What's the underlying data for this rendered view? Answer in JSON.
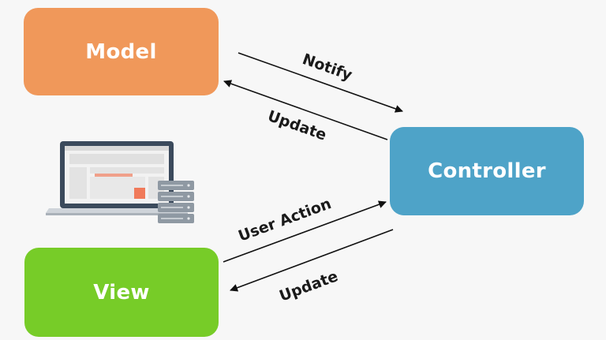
{
  "nodes": {
    "model": "Model",
    "controller": "Controller",
    "view": "View"
  },
  "edges": {
    "notify": "Notify",
    "update_top": "Update",
    "user_action": "User Action",
    "update_bottom": "Update"
  },
  "colors": {
    "model": "#f0985a",
    "controller": "#4ea3c8",
    "view": "#77cc28"
  },
  "illustration": "laptop-with-server-icon"
}
